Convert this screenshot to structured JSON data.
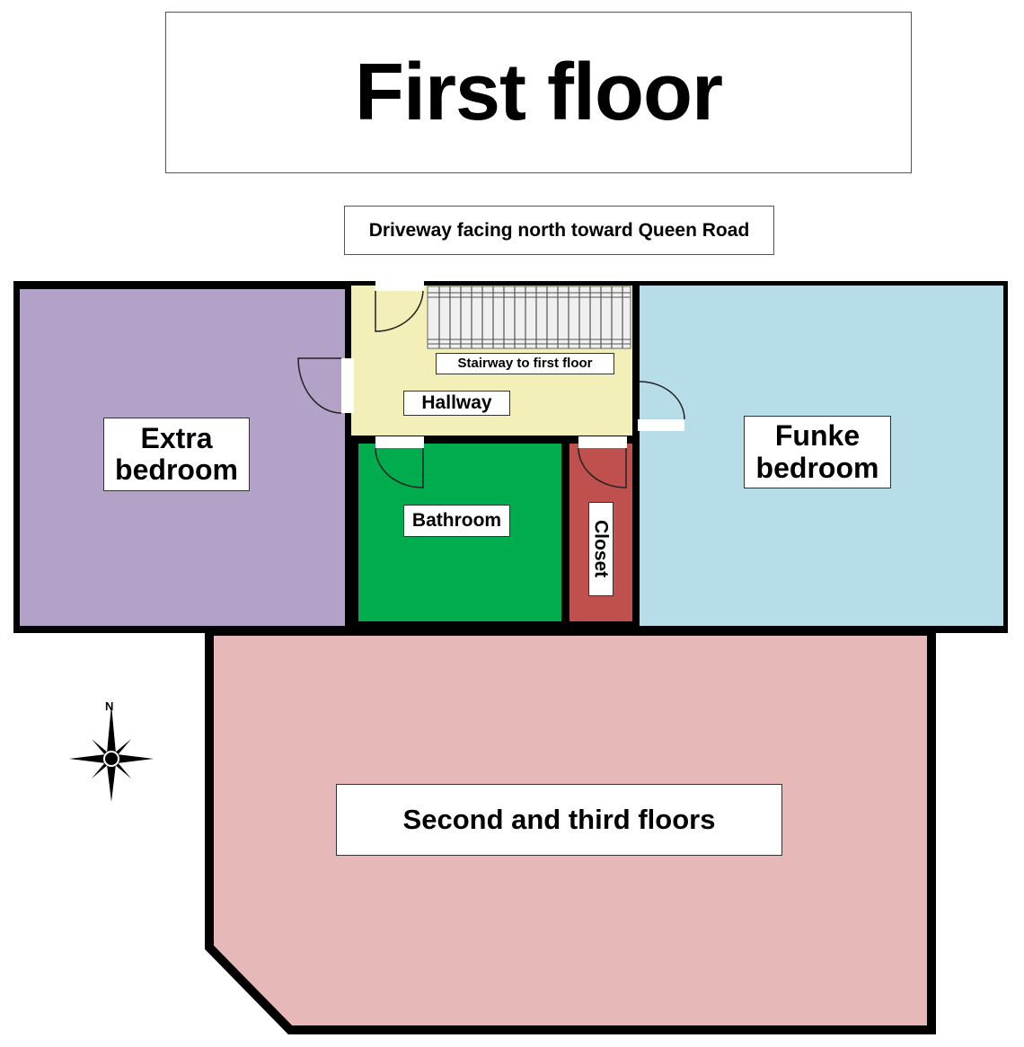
{
  "header": {
    "title": "First floor",
    "subtitle": "Driveway facing north toward Queen Road"
  },
  "rooms": [
    {
      "id": "extra-bedroom",
      "label_line1": "Extra",
      "label_line2": "bedroom",
      "color": "#b3a2c8"
    },
    {
      "id": "hallway",
      "label": "Hallway",
      "color": "#f2efb8"
    },
    {
      "id": "stairway",
      "label": "Stairway to first floor",
      "color": "#f0f0f0"
    },
    {
      "id": "bathroom",
      "label": "Bathroom",
      "color": "#00ac4e"
    },
    {
      "id": "closet",
      "label": "Closet",
      "color": "#c0504d"
    },
    {
      "id": "funke-bedroom",
      "label_line1": "Funke",
      "label_line2": "bedroom",
      "color": "#b7dde8"
    },
    {
      "id": "second-third-floors",
      "label": "Second and third floors",
      "color": "#e6b8b7"
    }
  ],
  "compass": {
    "north_label": "N",
    "icon": "compass-rose-icon"
  },
  "colors": {
    "wall": "#000000",
    "door_opening": "#ffffff",
    "label_bg": "#ffffff"
  }
}
